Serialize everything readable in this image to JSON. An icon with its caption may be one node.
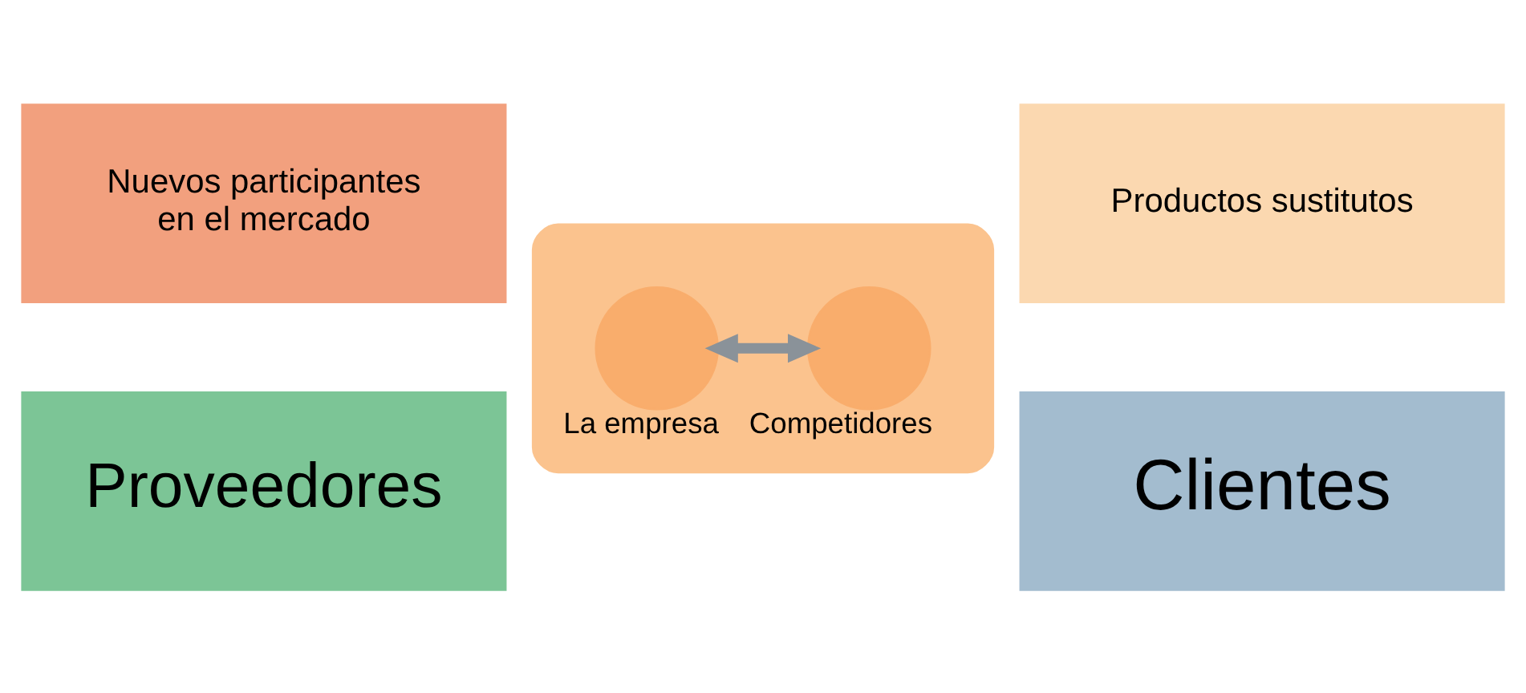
{
  "diagram": {
    "nodes": [
      {
        "text": [
          "Nuevos participantes en el mercado"
        ]
      },
      {
        "text": [
          "Productos sustitutos"
        ]
      },
      {
        "text": [],
        "shape": "ellipse"
      },
      {
        "text": [],
        "shape": "circle",
        "beside": [
          "La empresa"
        ],
        "in": 2
      },
      {
        "text": [],
        "shape": "circle",
        "beside": [
          "Competidores"
        ],
        "in": 2
      },
      {
        "text": [
          "Proveedores"
        ]
      },
      {
        "text": [
          "Clientes"
        ]
      }
    ],
    "edges": [
      {
        "from": 3,
        "to": 4,
        "arrow": "both"
      }
    ]
  }
}
